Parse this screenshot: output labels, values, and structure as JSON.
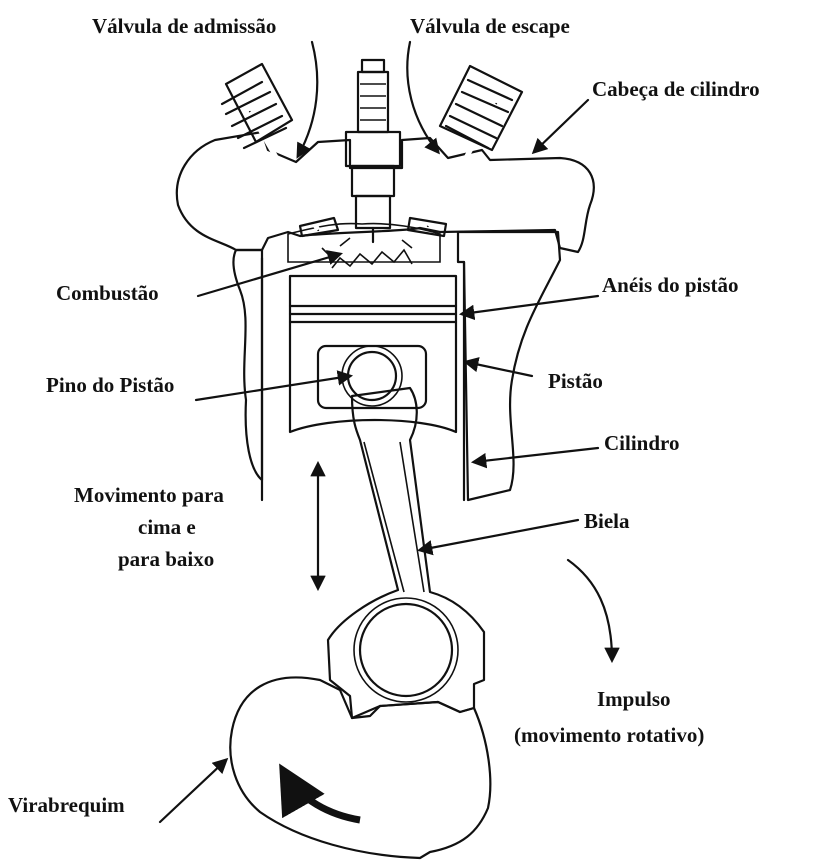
{
  "labels": {
    "intake_valve": "Válvula de admissão",
    "exhaust_valve": "Válvula de escape",
    "cylinder_head": "Cabeça de cilindro",
    "combustion": "Combustão",
    "piston_rings": "Anéis do pistão",
    "piston_pin": "Pino do Pistão",
    "piston": "Pistão",
    "cylinder": "Cilindro",
    "movement_line1": "Movimento para",
    "movement_line2": "cima e",
    "movement_line3": "para baixo",
    "connecting_rod": "Biela",
    "impulse_line1": "Impulso",
    "impulse_line2": "(movimento rotativo)",
    "crankshaft": "Virabrequim"
  },
  "colors": {
    "casting_gray": "#cfd0d2",
    "piston_blue": "#3fb4e8",
    "crank_blue": "#b7e3f5",
    "rod_gray": "#a4a6a9",
    "outline": "#111111"
  }
}
